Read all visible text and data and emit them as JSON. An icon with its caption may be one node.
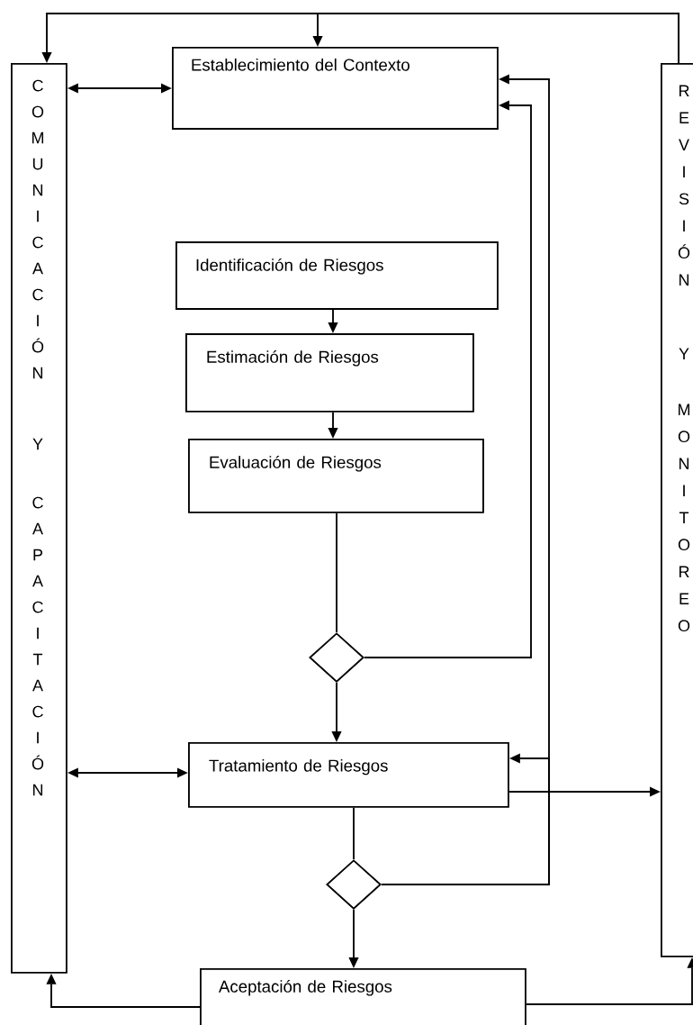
{
  "diagram": {
    "nodes": [
      {
        "text": [
          "COMUNICACIÓN Y CAPACITACIÓN"
        ]
      },
      {
        "text": [
          "REVISIÓN Y MONITOREO"
        ]
      },
      {
        "text": [
          "Establecimiento del Contexto"
        ]
      },
      {
        "text": [
          "Identificación de Riesgos"
        ]
      },
      {
        "text": [
          "Estimación de Riesgos"
        ]
      },
      {
        "text": [
          "Evaluación de Riesgos"
        ]
      },
      {
        "text": [],
        "shape": "diamond"
      },
      {
        "text": [
          "Tratamiento de Riesgos"
        ]
      },
      {
        "text": [],
        "shape": "diamond"
      },
      {
        "text": [
          "Aceptación de Riesgos"
        ]
      }
    ],
    "edges": [
      {
        "from": 1,
        "to": 0,
        "arrow": "to"
      },
      {
        "from": 1,
        "to": 2,
        "arrow": "to"
      },
      {
        "from": 0,
        "to": 2,
        "arrow": "both"
      },
      {
        "from": 3,
        "to": 4,
        "arrow": "to"
      },
      {
        "from": 4,
        "to": 5,
        "arrow": "to"
      },
      {
        "from": 5,
        "to": 6,
        "arrow": "none"
      },
      {
        "from": 6,
        "to": 2,
        "arrow": "to"
      },
      {
        "from": 6,
        "to": 7,
        "arrow": "to"
      },
      {
        "from": 7,
        "to": 8,
        "arrow": "none"
      },
      {
        "from": 8,
        "to": 7,
        "arrow": "to"
      },
      {
        "from": 8,
        "to": 2,
        "arrow": "to"
      },
      {
        "from": 0,
        "to": 7,
        "arrow": "both"
      },
      {
        "from": 7,
        "to": 1,
        "arrow": "to"
      },
      {
        "from": 8,
        "to": 9,
        "arrow": "to"
      },
      {
        "from": 9,
        "to": 0,
        "arrow": "to"
      },
      {
        "from": 9,
        "to": 1,
        "arrow": "to"
      }
    ]
  }
}
